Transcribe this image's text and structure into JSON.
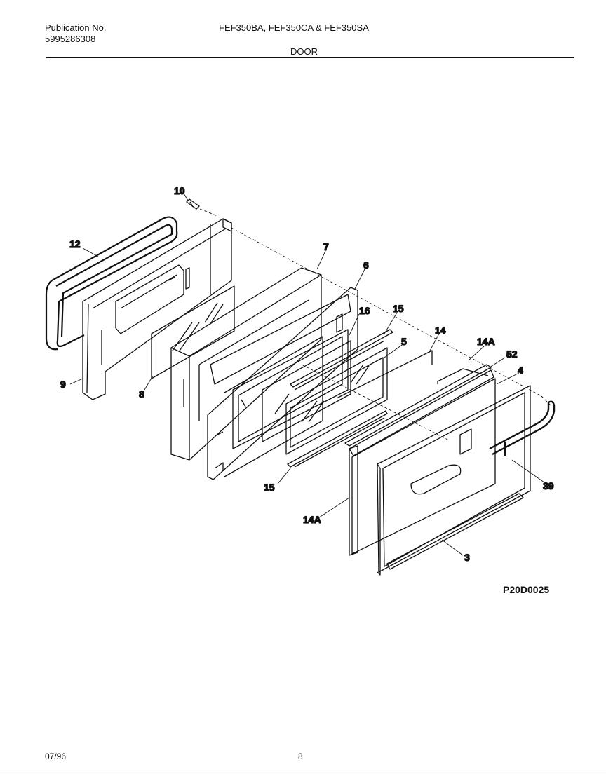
{
  "header": {
    "publication_label": "Publication No.",
    "publication_number": "5995286308",
    "models": "FEF350BA, FEF350CA & FEF350SA",
    "section": "DOOR"
  },
  "diagram": {
    "callouts": {
      "c10": "10",
      "c12": "12",
      "c9": "9",
      "c8": "8",
      "c7": "7",
      "c6": "6",
      "c16": "16",
      "c15a": "15",
      "c14": "14",
      "c5": "5",
      "c14Aa": "14A",
      "c52": "52",
      "c4": "4",
      "c39": "39",
      "c15b": "15",
      "c14Ab": "14A",
      "c3": "3"
    },
    "code": "P20D0025"
  },
  "footer": {
    "date": "07/96",
    "page": "8"
  }
}
